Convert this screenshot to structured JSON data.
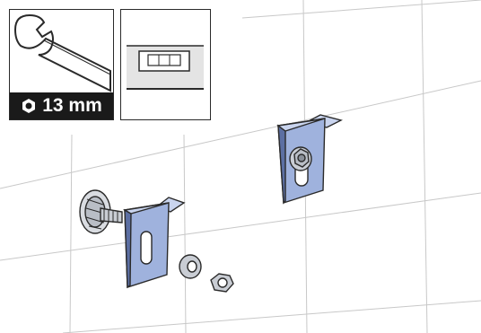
{
  "tool_panel": {
    "tool_icon": "wrench-icon",
    "size_label": "13 mm",
    "hex_icon": "hex-nut-icon"
  },
  "level_panel": {
    "tool_icon": "spirit-level-icon"
  },
  "parts": [
    "wall-grid",
    "wall-plug-with-screw",
    "hanging-bracket-loose",
    "washer",
    "hex-nut",
    "hanging-bracket-mounted"
  ],
  "colors": {
    "bracket_fill": "#9fb2dd",
    "bracket_dark": "#5c6fa3",
    "metal": "#c9cdd4",
    "line": "#2a2a2a",
    "badge": "#1a1a1a",
    "grid": "#c8c8c8"
  }
}
